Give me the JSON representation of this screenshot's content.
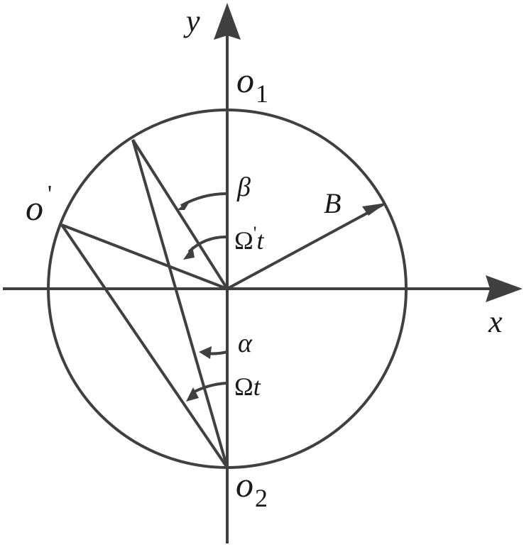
{
  "colors": {
    "stroke": "#404040",
    "text": "#1a1a1a",
    "background": "#ffffff"
  },
  "axes": {
    "x_label": "x",
    "y_label": "y"
  },
  "points": {
    "o1": {
      "main": "o",
      "sub": "1"
    },
    "o2": {
      "main": "o",
      "sub": "2"
    },
    "o_prime": {
      "main": "o",
      "sup": "'"
    }
  },
  "vector": {
    "label": "B"
  },
  "angles": {
    "beta": "β",
    "omega_prime_t": {
      "omega": "Ω",
      "prime": "'",
      "t": "t"
    },
    "alpha": "α",
    "omega_t": {
      "omega": "Ω",
      "t": "t"
    }
  }
}
